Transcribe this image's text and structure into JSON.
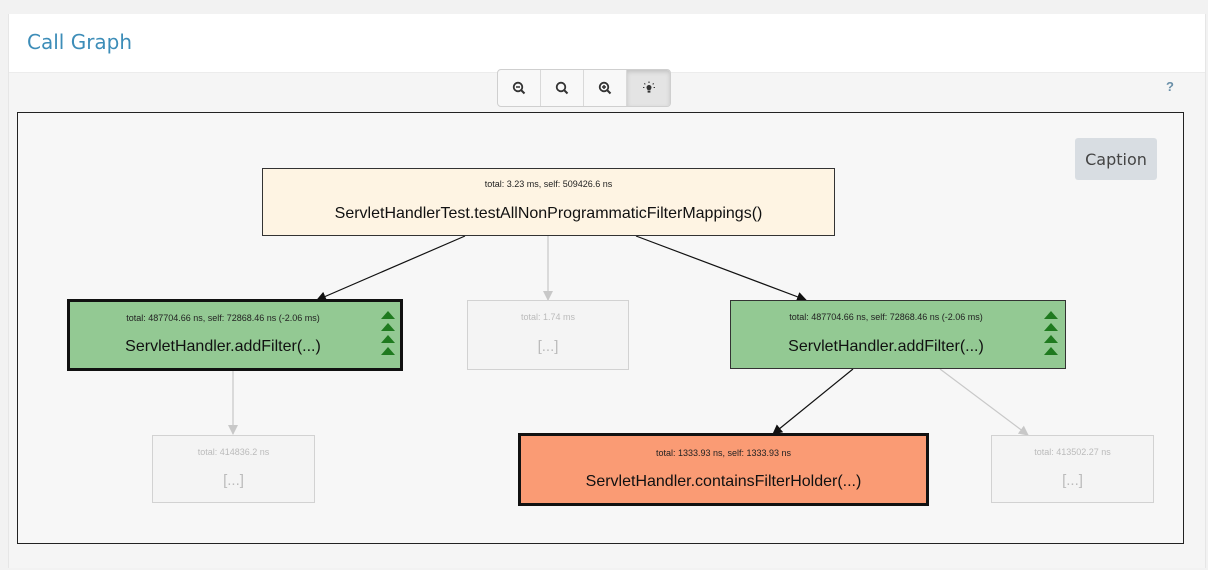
{
  "header": {
    "title": "Call Graph"
  },
  "toolbar": {
    "buttons": [
      {
        "name": "zoom-out",
        "icon": "zoom-out-icon"
      },
      {
        "name": "zoom-reset",
        "icon": "search-icon"
      },
      {
        "name": "zoom-in",
        "icon": "zoom-in-icon"
      },
      {
        "name": "highlight",
        "icon": "lightbulb-icon",
        "active": true
      }
    ],
    "help_label": "?"
  },
  "caption_button": "Caption",
  "nodes": {
    "root": {
      "stats": "total: 3.23 ms, self: 509426.6 ns",
      "name": "ServletHandlerTest.testAllNonProgrammaticFilterMappings()"
    },
    "add_filter_left": {
      "stats": "total: 487704.66 ns, self: 72868.46 ns (-2.06 ms)",
      "name": "ServletHandler.addFilter(...)"
    },
    "collapsed_mid": {
      "stats": "total: 1.74 ms",
      "name": "[...]"
    },
    "add_filter_right": {
      "stats": "total: 487704.66 ns, self: 72868.46 ns (-2.06 ms)",
      "name": "ServletHandler.addFilter(...)"
    },
    "collapsed_bottom_left": {
      "stats": "total: 414836.2 ns",
      "name": "[...]"
    },
    "contains_filter_holder": {
      "stats": "total: 1333.93 ns, self: 1333.93 ns",
      "name": "ServletHandler.containsFilterHolder(...)"
    },
    "collapsed_bottom_right": {
      "stats": "total: 413502.27 ns",
      "name": "[...]"
    }
  },
  "colors": {
    "root_fill": "#fef4e3",
    "green_fill": "#93c993",
    "red_fill": "#fa9b74",
    "title_blue": "#3d8db8"
  }
}
